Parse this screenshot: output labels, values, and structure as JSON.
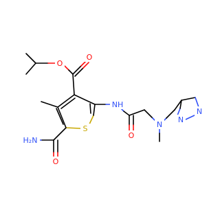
{
  "molecule": {
    "colors": {
      "carbon": "#000000",
      "oxygen": "#ff0d0d",
      "nitrogen": "#3050f8",
      "sulfur": "#c8a800",
      "background": "#ffffff"
    },
    "atom_labels": {
      "ester_o_single": "O",
      "ester_o_double": "O",
      "amide_nh": "NH",
      "amide_o": "O",
      "amine_n": "N",
      "thiophene_s": "S",
      "carboxamide_nh2": "H₂N",
      "carboxamide_o": "O",
      "pyrazole_n1": "N",
      "pyrazole_n2": "N"
    }
  }
}
